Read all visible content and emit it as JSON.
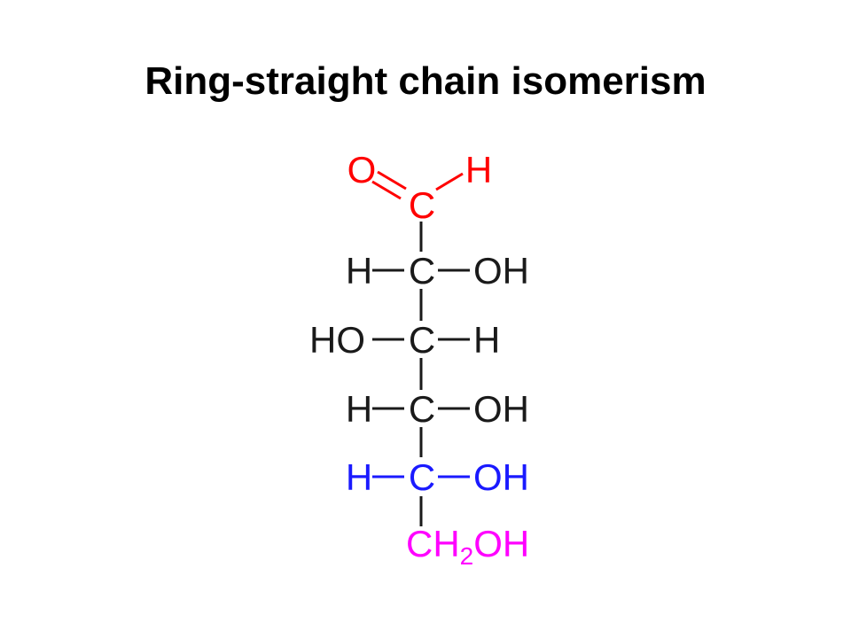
{
  "slide": {
    "title": "Ring-straight chain isomerism"
  },
  "molecule": {
    "colors": {
      "aldehyde": "#ff0000",
      "chain": "#1a1a1a",
      "anomeric_site": "#1a1aff",
      "primary_alcohol": "#ff00ff"
    },
    "aldehyde": {
      "oxygen": "O",
      "hydrogen": "H",
      "carbon": "C"
    },
    "rows": [
      {
        "left": "H",
        "center": "C",
        "right": "OH",
        "color_key": "chain"
      },
      {
        "left": "HO",
        "center": "C",
        "right": "H",
        "color_key": "chain"
      },
      {
        "left": "H",
        "center": "C",
        "right": "OH",
        "color_key": "chain"
      },
      {
        "left": "H",
        "center": "C",
        "right": "OH",
        "color_key": "anomeric_site"
      }
    ],
    "terminal": {
      "prefix": "CH",
      "subscript": "2",
      "suffix": "OH"
    }
  }
}
